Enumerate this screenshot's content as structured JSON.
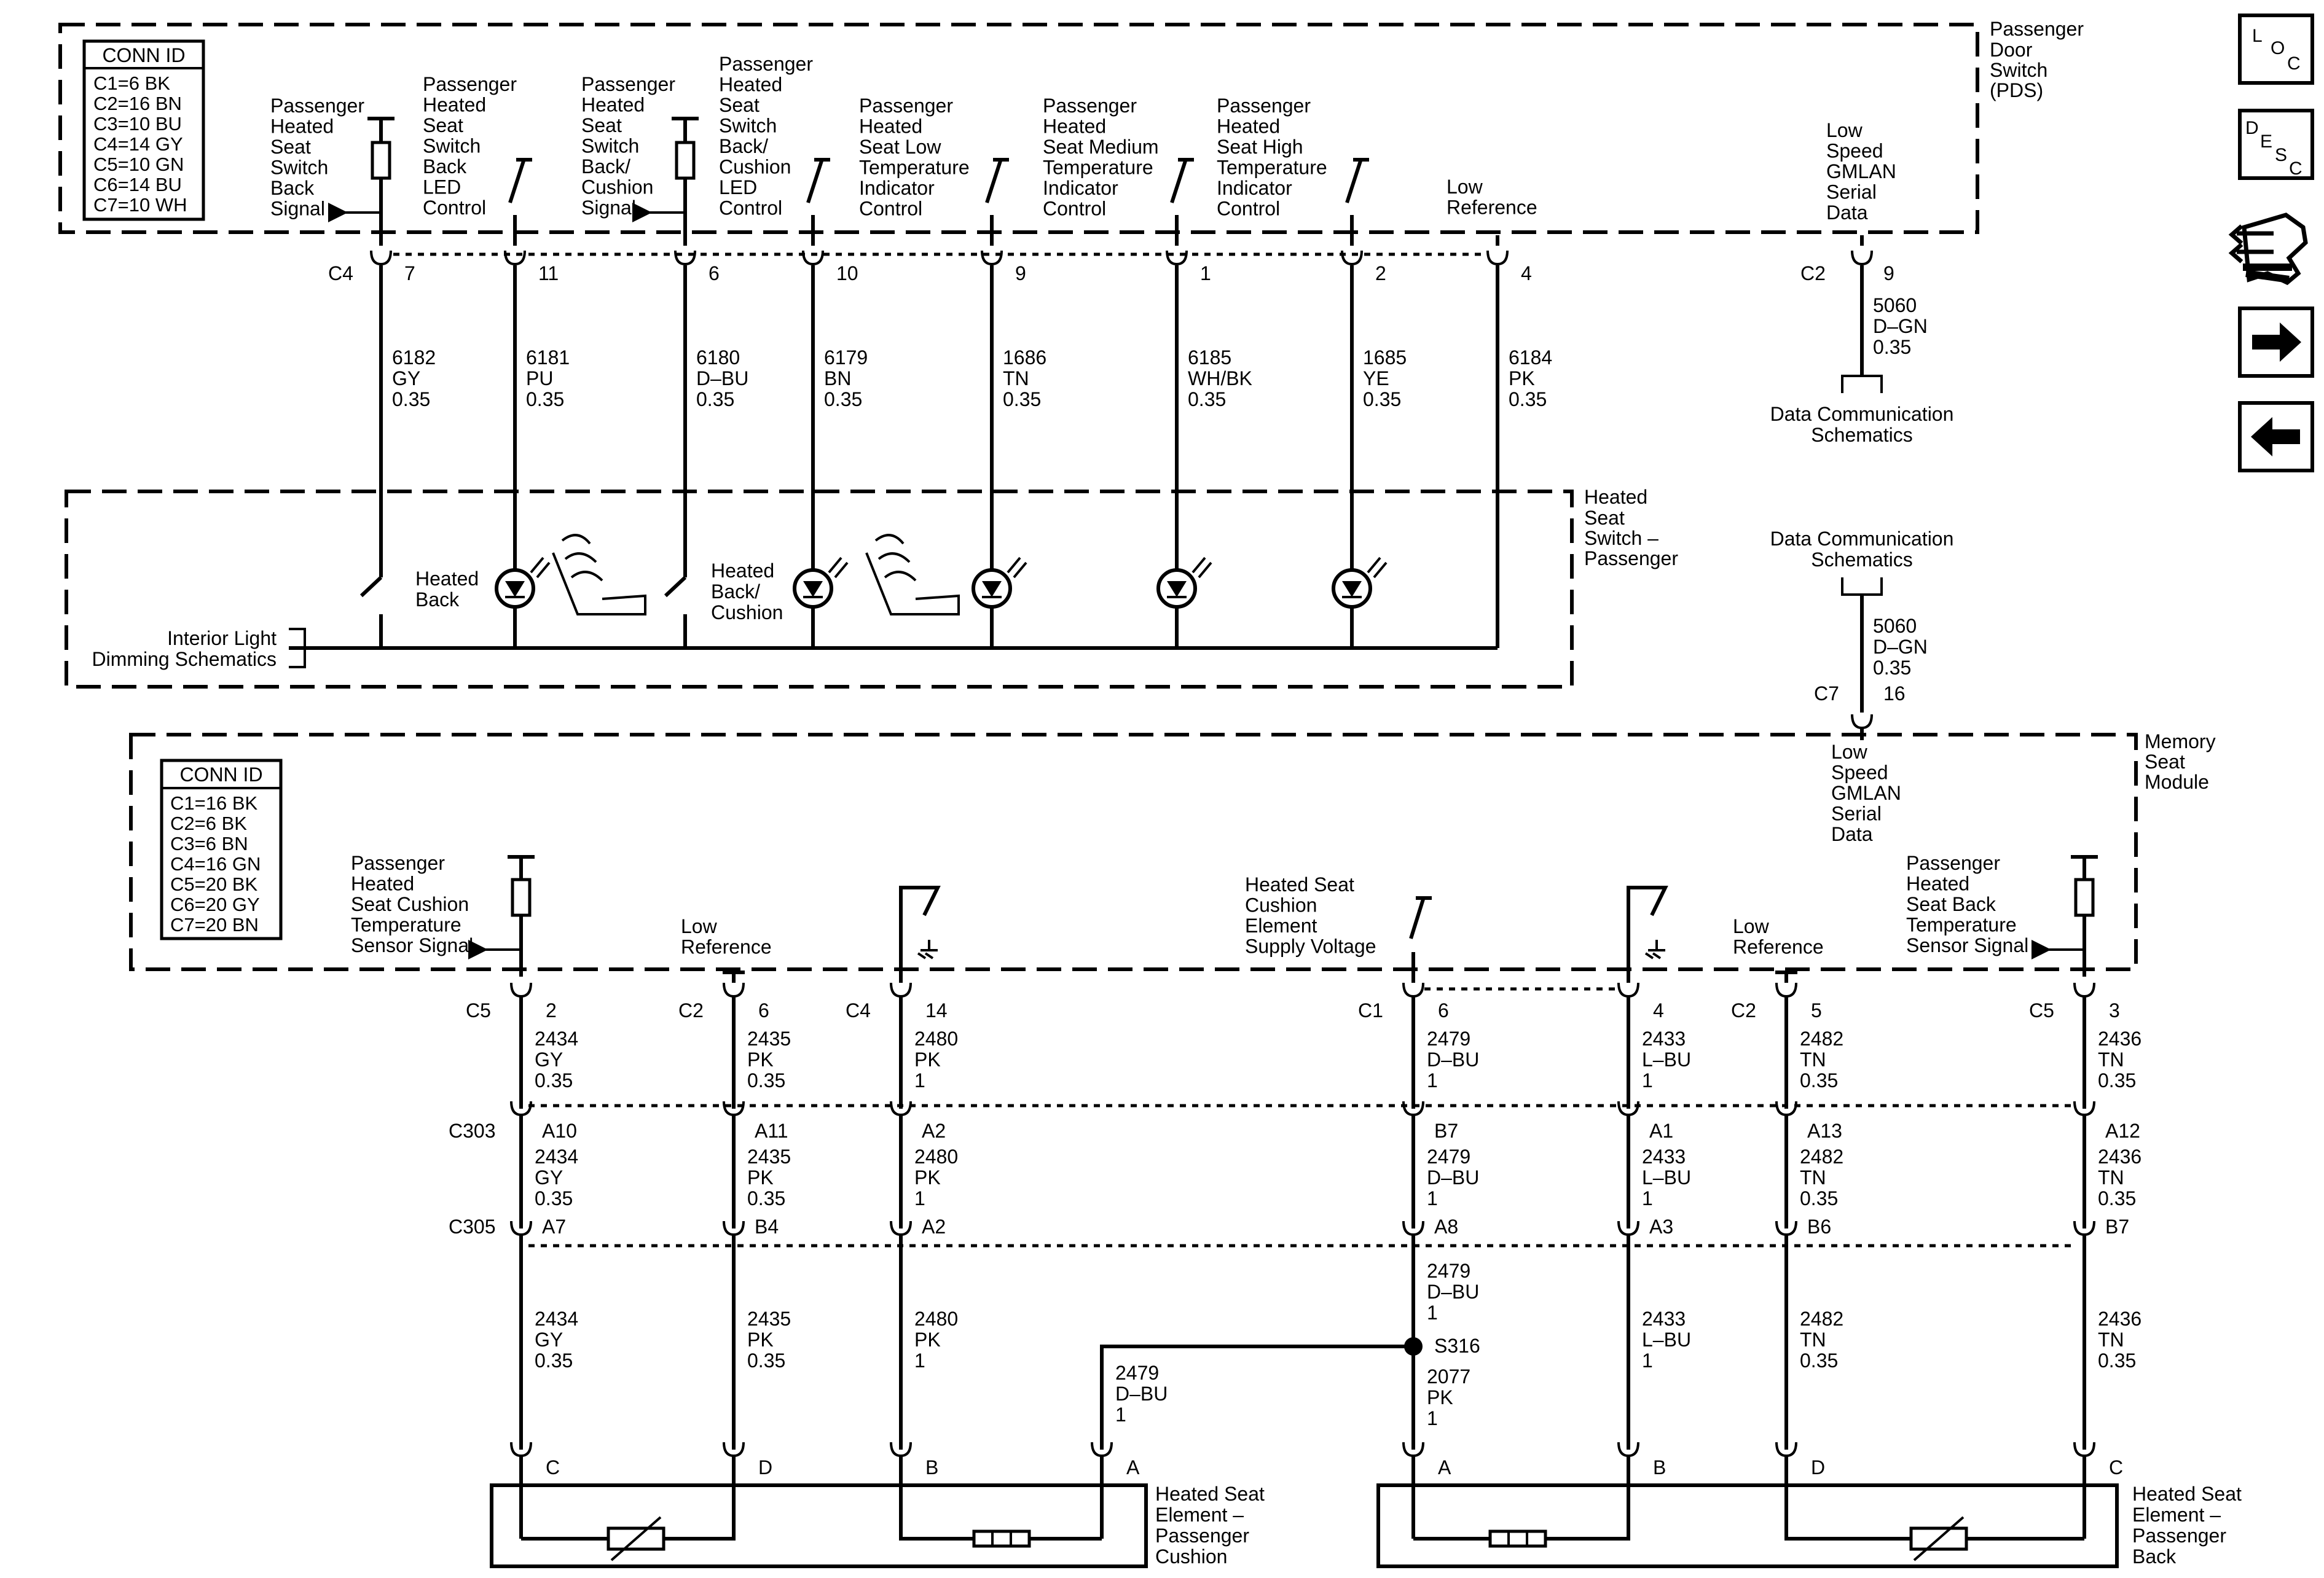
{
  "pds": {
    "title": [
      "Passenger",
      "Door",
      "Switch",
      "(PDS)"
    ],
    "conn_header": "CONN ID",
    "conns": [
      "C1=6 BK",
      "C2=16 BN",
      "C3=10 BU",
      "C4=14 GY",
      "C5=10 GN",
      "C6=14 BU",
      "C7=10 WH"
    ],
    "labels": [
      [
        "Passenger",
        "Heated",
        "Seat",
        "Switch",
        "Back",
        "Signal"
      ],
      [
        "Passenger",
        "Heated",
        "Seat",
        "Switch",
        "Back",
        "LED",
        "Control"
      ],
      [
        "Passenger",
        "Heated",
        "Seat",
        "Switch",
        "Back/",
        "Cushion",
        "Signal"
      ],
      [
        "Passenger",
        "Heated",
        "Seat",
        "Switch",
        "Back/",
        "Cushion",
        "LED",
        "Control"
      ],
      [
        "Passenger",
        "Heated",
        "Seat Low",
        "Temperature",
        "Indicator",
        "Control"
      ],
      [
        "Passenger",
        "Heated",
        "Seat Medium",
        "Temperature",
        "Indicator",
        "Control"
      ],
      [
        "Passenger",
        "Heated",
        "Seat High",
        "Temperature",
        "Indicator",
        "Control"
      ],
      [
        "Low",
        "Reference"
      ]
    ],
    "lan_label": [
      "Low",
      "Speed",
      "GMLAN",
      "Serial",
      "Data"
    ]
  },
  "pds_connector": "C4",
  "pds_pins": [
    "7",
    "11",
    "6",
    "10",
    "9",
    "1",
    "2",
    "4"
  ],
  "pds_wires": [
    [
      "6182",
      "GY",
      "0.35"
    ],
    [
      "6181",
      "PU",
      "0.35"
    ],
    [
      "6180",
      "D–BU",
      "0.35"
    ],
    [
      "6179",
      "BN",
      "0.35"
    ],
    [
      "1686",
      "TN",
      "0.35"
    ],
    [
      "6185",
      "WH/BK",
      "0.35"
    ],
    [
      "1685",
      "YE",
      "0.35"
    ],
    [
      "6184",
      "PK",
      "0.35"
    ]
  ],
  "lan_top": {
    "conn": "C2",
    "pin": "9",
    "wire": [
      "5060",
      "D–GN",
      "0.35"
    ],
    "dest": [
      "Data Communication",
      "Schematics"
    ]
  },
  "hss": {
    "title": [
      "Heated",
      "Seat",
      "Switch –",
      "Passenger"
    ],
    "heated_back": [
      "Heated",
      "Back"
    ],
    "heated_back_cushion": [
      "Heated",
      "Back/",
      "Cushion"
    ],
    "dimming": [
      "Interior Light",
      "Dimming Schematics"
    ]
  },
  "lan_mid": {
    "src": [
      "Data Communication",
      "Schematics"
    ],
    "wire": [
      "5060",
      "D–GN",
      "0.35"
    ],
    "conn": "C7",
    "pin": "16"
  },
  "msm": {
    "title": [
      "Memory",
      "Seat",
      "Module"
    ],
    "lan_label": [
      "Low",
      "Speed",
      "GMLAN",
      "Serial",
      "Data"
    ],
    "conn_header": "CONN ID",
    "conns": [
      "C1=16 BK",
      "C2=6 BK",
      "C3=6 BN",
      "C4=16 GN",
      "C5=20 BK",
      "C6=20 GY",
      "C7=20 BN"
    ],
    "labels": {
      "cushion_temp": [
        "Passenger",
        "Heated",
        "Seat Cushion",
        "Temperature",
        "Sensor Signal"
      ],
      "low_ref_1": [
        "Low",
        "Reference"
      ],
      "supply": [
        "Heated Seat",
        "Cushion",
        "Element",
        "Supply Voltage"
      ],
      "low_ref_2": [
        "Low",
        "Reference"
      ],
      "back_temp": [
        "Passenger",
        "Heated",
        "Seat Back",
        "Temperature",
        "Sensor Signal"
      ]
    }
  },
  "msm_circuits": [
    {
      "conn": "C5",
      "pin": "2",
      "w1": [
        "2434",
        "GY",
        "0.35"
      ],
      "c303": "A10",
      "w2": [
        "2434",
        "GY",
        "0.35"
      ],
      "c305": "A7",
      "w3": [
        "2434",
        "GY",
        "0.35"
      ],
      "term": "C"
    },
    {
      "conn": "C2",
      "pin": "6",
      "w1": [
        "2435",
        "PK",
        "0.35"
      ],
      "c303": "A11",
      "w2": [
        "2435",
        "PK",
        "0.35"
      ],
      "c305": "B4",
      "w3": [
        "2435",
        "PK",
        "0.35"
      ],
      "term": "D"
    },
    {
      "conn": "C4",
      "pin": "14",
      "w1": [
        "2480",
        "PK",
        "1"
      ],
      "c303": "A2",
      "w2": [
        "2480",
        "PK",
        "1"
      ],
      "c305": "A2",
      "w3": [
        "2480",
        "PK",
        "1"
      ],
      "term": "B"
    },
    {
      "conn": "C1",
      "pin": "6",
      "w1": [
        "2479",
        "D–BU",
        "1"
      ],
      "c303": "B7",
      "w2": [
        "2479",
        "D–BU",
        "1"
      ],
      "c305": "A8",
      "w3": [
        "2479",
        "D–BU",
        "1"
      ],
      "term": "A"
    },
    {
      "conn": "",
      "pin": "4",
      "w1": [
        "2433",
        "L–BU",
        "1"
      ],
      "c303": "A1",
      "w2": [
        "2433",
        "L–BU",
        "1"
      ],
      "c305": "A3",
      "w3": [
        "2433",
        "L–BU",
        "1"
      ],
      "term": "B"
    },
    {
      "conn": "C2",
      "pin": "5",
      "w1": [
        "2482",
        "TN",
        "0.35"
      ],
      "c303": "A13",
      "w2": [
        "2482",
        "TN",
        "0.35"
      ],
      "c305": "B6",
      "w3": [
        "2482",
        "TN",
        "0.35"
      ],
      "term": "D"
    },
    {
      "conn": "C5",
      "pin": "3",
      "w1": [
        "2436",
        "TN",
        "0.35"
      ],
      "c303": "A12",
      "w2": [
        "2436",
        "TN",
        "0.35"
      ],
      "c305": "B7",
      "w3": [
        "2436",
        "TN",
        "0.35"
      ],
      "term": "C"
    }
  ],
  "inline": {
    "c303": "C303",
    "c305": "C305"
  },
  "splice": {
    "name": "S316",
    "branch": [
      "2479",
      "D–BU",
      "1"
    ],
    "down": [
      "2077",
      "PK",
      "1"
    ],
    "cushion_term": "A"
  },
  "elements": {
    "cushion": [
      "Heated Seat",
      "Element –",
      "Passenger",
      "Cushion"
    ],
    "back": [
      "Heated Seat",
      "Element –",
      "Passenger",
      "Back"
    ]
  },
  "nav": {
    "loc": [
      "L",
      "O",
      "C"
    ],
    "desc": [
      "D",
      "E",
      "S",
      "C"
    ]
  }
}
